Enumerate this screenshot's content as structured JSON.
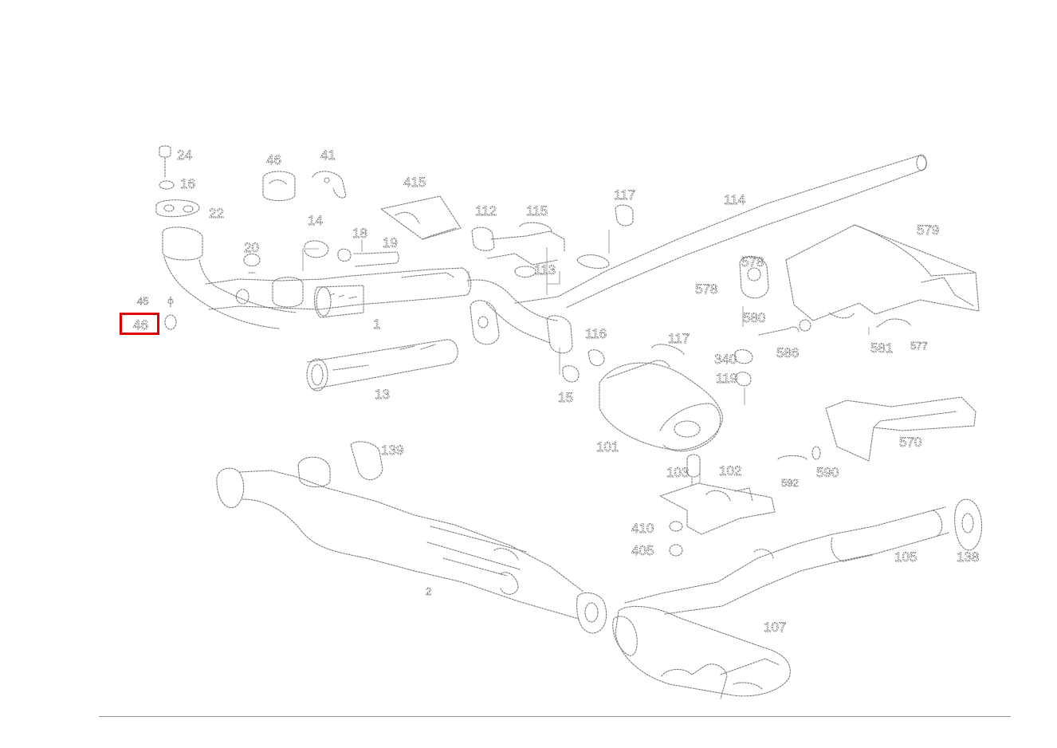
{
  "diagram": {
    "callouts": {
      "c_24": "24",
      "c_16": "16",
      "c_22": "22",
      "c_46a": "46",
      "c_41": "41",
      "c_415": "415",
      "c_14": "14",
      "c_18": "18",
      "c_19": "19",
      "c_20": "20",
      "c_45": "45",
      "c_1": "1",
      "c_13": "13",
      "c_112": "112",
      "c_115": "115",
      "c_113": "113",
      "c_117a": "117",
      "c_114": "114",
      "c_578a": "578",
      "c_578b": "578",
      "c_579": "579",
      "c_580": "580",
      "c_586": "586",
      "c_581": "581",
      "c_577": "577",
      "c_116": "116",
      "c_15": "15",
      "c_117b": "117",
      "c_340": "340",
      "c_119": "119",
      "c_101": "101",
      "c_570": "570",
      "c_592": "592",
      "c_590": "590",
      "c_102": "102",
      "c_103": "103",
      "c_410": "410",
      "c_405": "405",
      "c_139": "139",
      "c_2": "2",
      "c_107": "107",
      "c_105": "105",
      "c_138": "138"
    },
    "highlight_color": "#e00000"
  }
}
